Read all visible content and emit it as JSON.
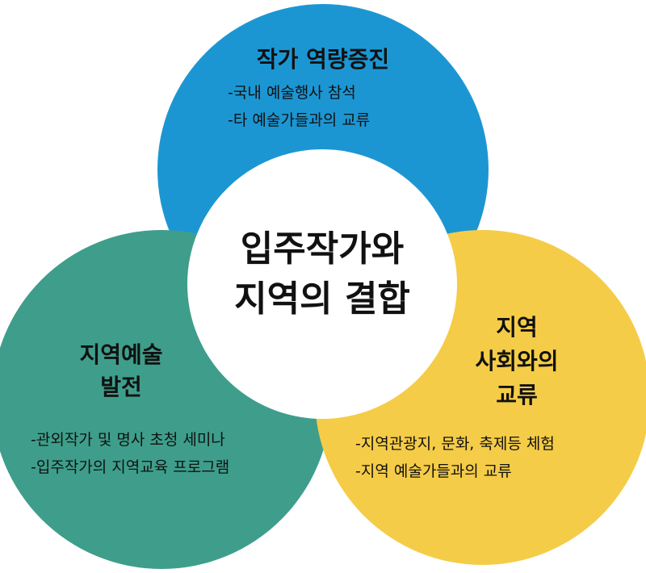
{
  "center": {
    "line1": "입주작가와",
    "line2": "지역의 결합"
  },
  "top": {
    "title": "작가 역량증진",
    "items": [
      "-국내 예술행사 참석",
      "-타 예술가들과의 교류"
    ]
  },
  "left": {
    "title_line1": "지역예술",
    "title_line2": "발전",
    "items": [
      "-관외작가 및 명사 초청 세미나",
      "-입주작가의 지역교육 프로그램"
    ]
  },
  "right": {
    "title_line1": "지역",
    "title_line2": "사회와의",
    "title_line3": "교류",
    "items": [
      "-지역관광지, 문화, 축제등 체험",
      "-지역 예술가들과의 교류"
    ]
  },
  "colors": {
    "top": "#1c96d3",
    "left": "#3e9e8b",
    "right": "#f5cc47"
  }
}
